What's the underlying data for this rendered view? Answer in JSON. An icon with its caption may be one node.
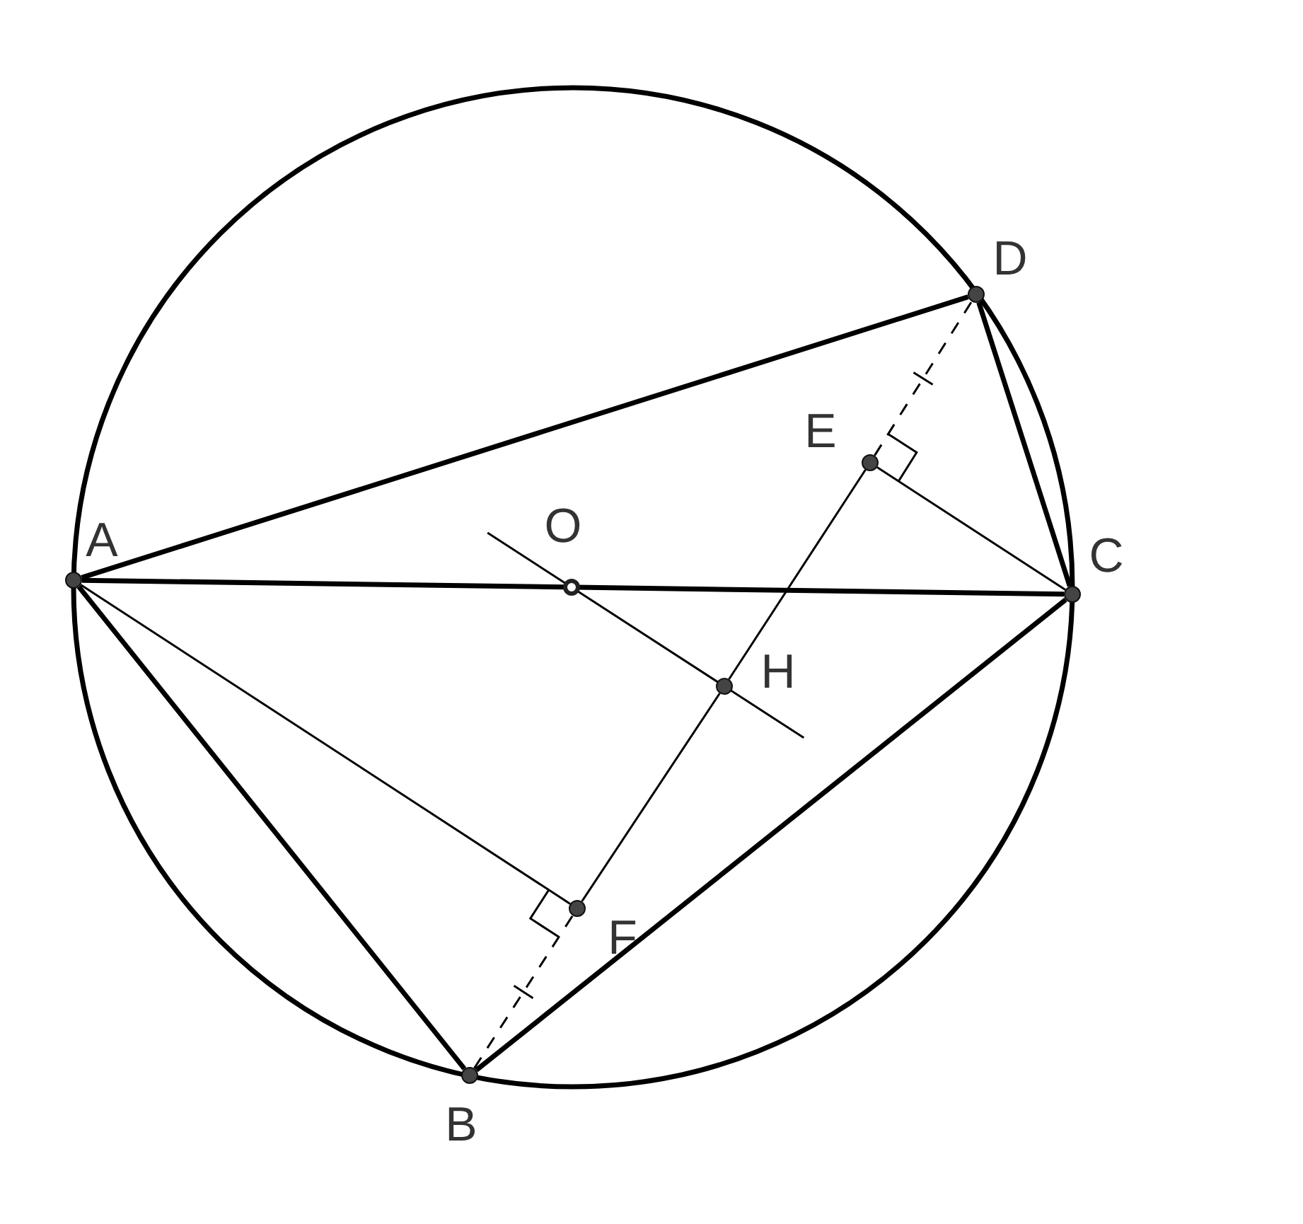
{
  "diagram": {
    "nodes": [
      {
        "text": [],
        "shape": "circle",
        "beside": [
          "A"
        ]
      },
      {
        "text": [],
        "shape": "circle",
        "beside": [
          "O"
        ]
      },
      {
        "text": [],
        "shape": "circle",
        "beside": [
          "F"
        ]
      },
      {
        "text": [],
        "shape": "circle",
        "beside": [
          "B"
        ]
      },
      {
        "text": [],
        "shape": "circle",
        "beside": [
          "H"
        ]
      },
      {
        "text": [],
        "shape": "circle",
        "beside": [
          "E"
        ]
      },
      {
        "text": [],
        "shape": "circle",
        "beside": [
          "D"
        ]
      },
      {
        "text": [],
        "shape": "circle",
        "beside": [
          "C"
        ]
      }
    ],
    "edges": [
      {
        "from": 0,
        "to": 6,
        "arrow": "none",
        "style": "thick"
      },
      {
        "from": 0,
        "to": 7,
        "arrow": "none",
        "style": "thick"
      },
      {
        "from": 0,
        "to": 3,
        "arrow": "none",
        "style": "thick"
      },
      {
        "from": 3,
        "to": 7,
        "arrow": "none",
        "style": "thick"
      },
      {
        "from": 7,
        "to": 6,
        "arrow": "none",
        "style": "thick"
      },
      {
        "from": 3,
        "to": 2,
        "arrow": "none",
        "style": "dashed"
      },
      {
        "from": 2,
        "to": 4,
        "arrow": "none"
      },
      {
        "from": 4,
        "to": 5,
        "arrow": "none"
      },
      {
        "from": 5,
        "to": 6,
        "arrow": "none",
        "style": "dashed"
      },
      {
        "from": 0,
        "to": 2,
        "arrow": "none"
      },
      {
        "from": 7,
        "to": 5,
        "arrow": "none"
      },
      {
        "from": 1,
        "to": 4,
        "arrow": "none"
      }
    ]
  }
}
